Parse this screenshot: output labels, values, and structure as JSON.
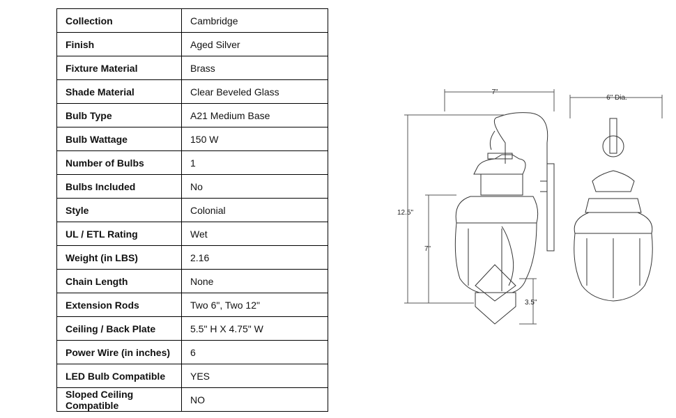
{
  "specs": [
    {
      "label": "Collection",
      "value": "Cambridge"
    },
    {
      "label": "Finish",
      "value": "Aged Silver"
    },
    {
      "label": "Fixture Material",
      "value": "Brass"
    },
    {
      "label": "Shade Material",
      "value": "Clear Beveled Glass"
    },
    {
      "label": "Bulb Type",
      "value": "A21 Medium Base"
    },
    {
      "label": "Bulb Wattage",
      "value": "150 W"
    },
    {
      "label": "Number of Bulbs",
      "value": "1"
    },
    {
      "label": "Bulbs Included",
      "value": "No"
    },
    {
      "label": "Style",
      "value": "Colonial"
    },
    {
      "label": "UL / ETL Rating",
      "value": "Wet"
    },
    {
      "label": "Weight (in LBS)",
      "value": "2.16"
    },
    {
      "label": "Chain Length",
      "value": "None"
    },
    {
      "label": "Extension Rods",
      "value": "Two 6\", Two 12\""
    },
    {
      "label": "Ceiling / Back Plate",
      "value": "5.5\" H X 4.75\" W"
    },
    {
      "label": "Power Wire (in inches)",
      "value": "6"
    },
    {
      "label": "LED Bulb Compatible",
      "value": "YES"
    },
    {
      "label": "Sloped Ceiling Compatible",
      "value": "NO"
    }
  ],
  "dimensions": {
    "width": "7\"",
    "height_total": "12.5\"",
    "height_glass": "7\"",
    "bottom": "3.5\"",
    "diameter": "6\" Dia."
  }
}
